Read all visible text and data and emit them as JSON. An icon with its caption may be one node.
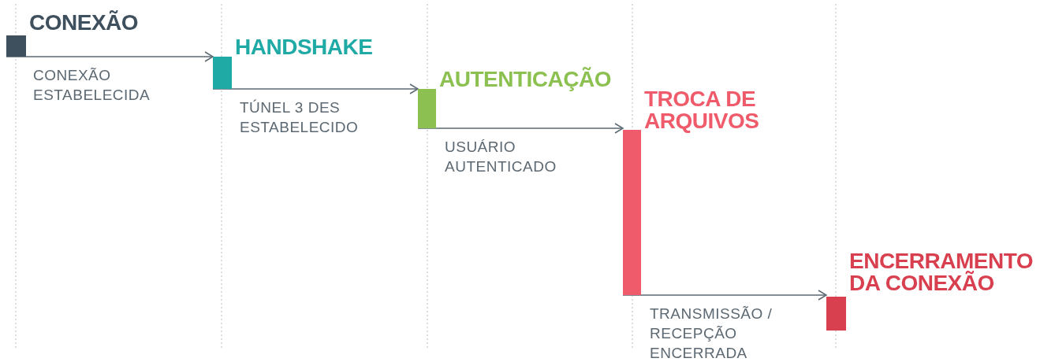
{
  "diagram": {
    "nodes": [
      {
        "text": [
          "CONEXÃO"
        ]
      },
      {
        "text": [
          "HANDSHAKE"
        ]
      },
      {
        "text": [
          "AUTENTICAÇÃO"
        ]
      },
      {
        "text": [
          "TROCA DE ARQUIVOS"
        ]
      },
      {
        "text": [
          "ENCERRAMENTO DA CONEXÃO"
        ]
      }
    ],
    "edges": [
      {
        "from": 0,
        "to": 1,
        "arrow": "to",
        "label": "CONEXÃO ESTABELECIDA"
      },
      {
        "from": 1,
        "to": 2,
        "arrow": "to",
        "label": "TÚNEL 3 DES ESTABELECIDO"
      },
      {
        "from": 2,
        "to": 3,
        "arrow": "to",
        "label": "USUÁRIO AUTENTICADO"
      },
      {
        "from": 3,
        "to": 4,
        "arrow": "to",
        "label": "TRANSMISSÃO / RECEPÇÃO ENCERRADA"
      }
    ]
  }
}
